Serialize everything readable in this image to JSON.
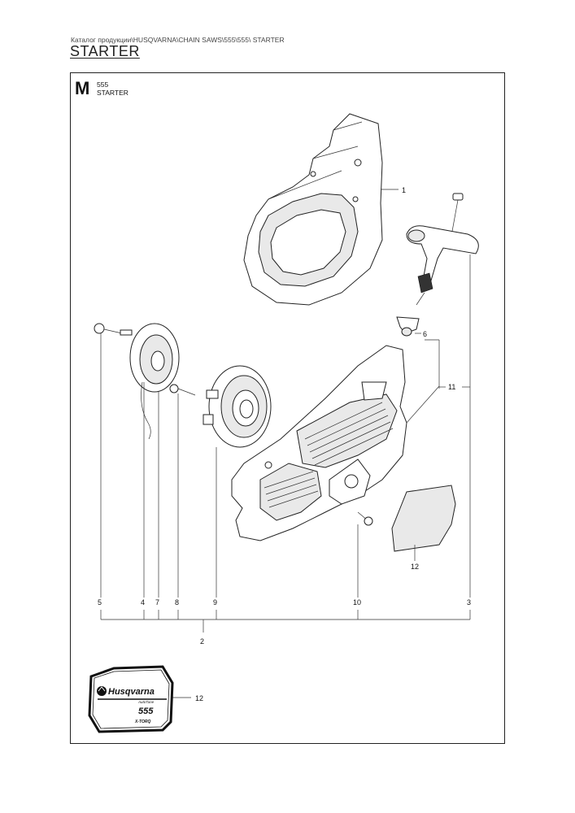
{
  "header": {
    "breadcrumb": "Каталог продукции\\HUSQVARNA\\CHAIN SAWS\\555\\555\\ STARTER",
    "title": "STARTER"
  },
  "section": {
    "letter": "M",
    "model": "555",
    "name": "STARTER"
  },
  "callouts": {
    "c1": "1",
    "c2": "2",
    "c3": "3",
    "c4": "4",
    "c5": "5",
    "c6": "6",
    "c7": "7",
    "c8": "8",
    "c9": "9",
    "c10": "10",
    "c11": "11",
    "c12a": "12",
    "c12b": "12"
  },
  "decal": {
    "brand": "Husqvarna",
    "feature": "AutoTune",
    "model": "555",
    "badge": "X-TORQ"
  }
}
